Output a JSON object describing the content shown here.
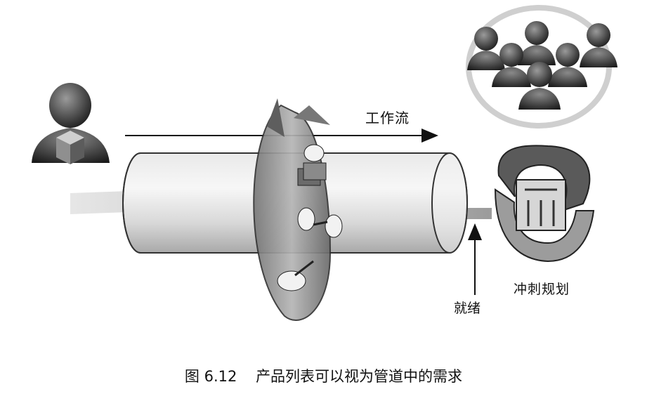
{
  "labels": {
    "workflow": "工作流",
    "ready": "就绪",
    "sprint_planning": "冲刺规划"
  },
  "caption": {
    "figure_number": "图 6.12",
    "text": "产品列表可以视为管道中的需求"
  },
  "icons": [
    "product-owner-icon",
    "team-icon",
    "hand-stacking-cards-icon",
    "hands-measuring-icon",
    "hand-writing-icon",
    "sprint-planning-cycle-icon"
  ],
  "colors": {
    "ink": "#111111",
    "grey_light": "#d9d9d9",
    "grey_mid": "#9a9a9a",
    "grey_dark": "#3a3a3a"
  }
}
